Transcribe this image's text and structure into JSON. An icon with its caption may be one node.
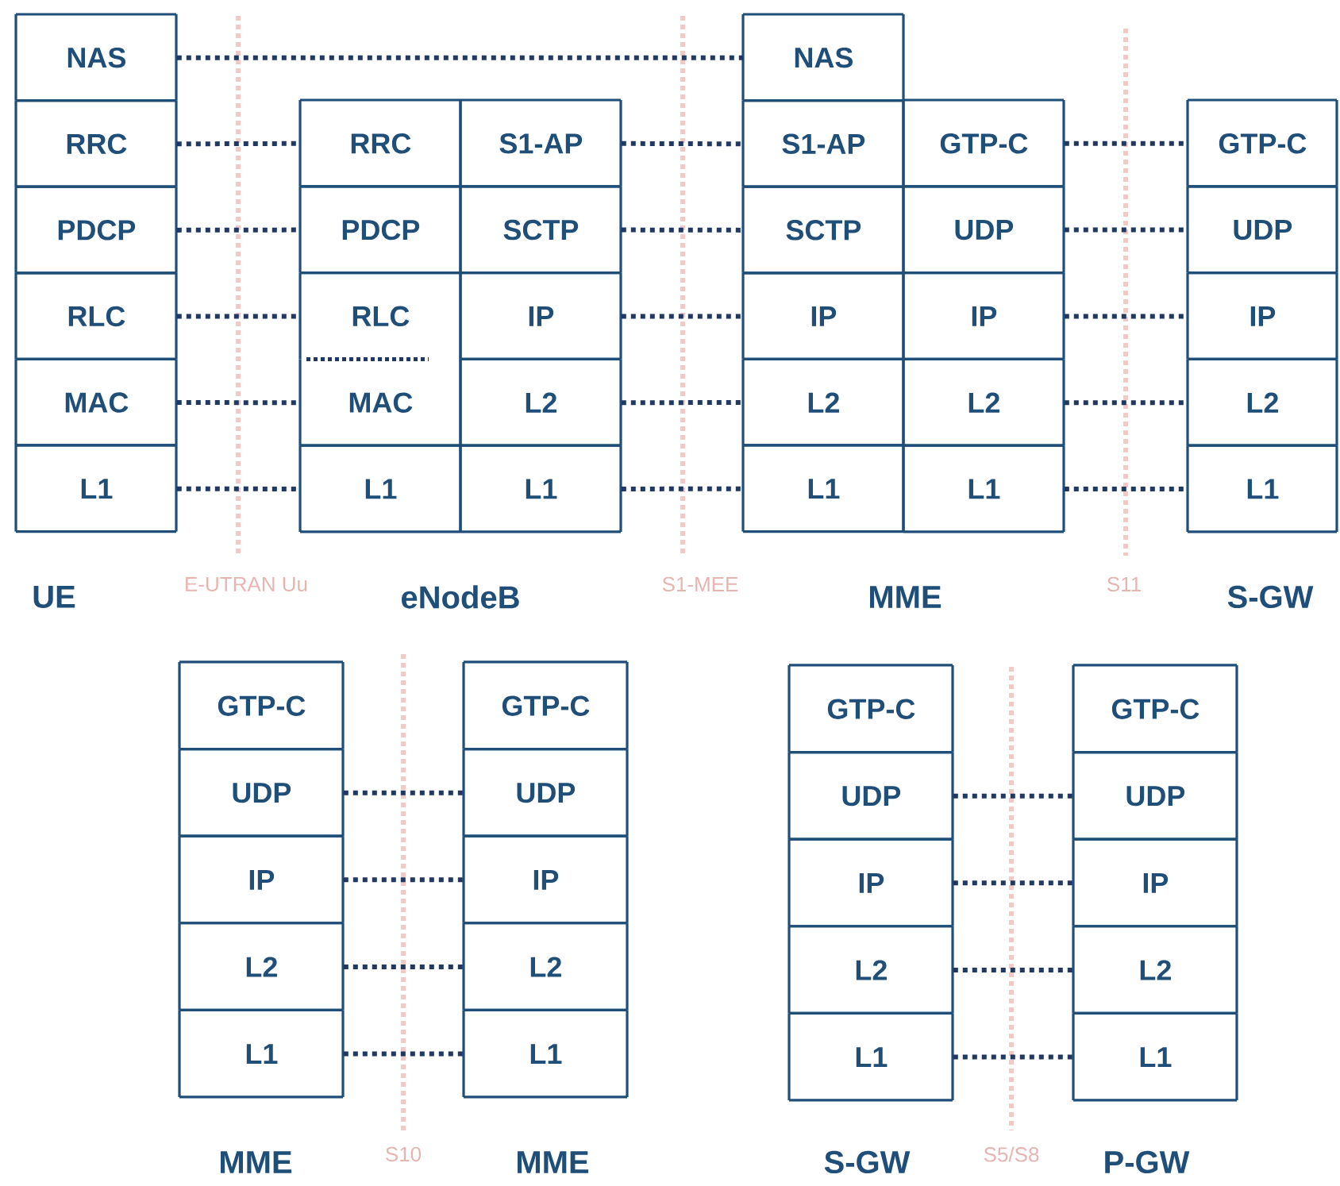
{
  "diagram": {
    "nodes": [
      {
        "text": [
          "NAS"
        ]
      },
      {
        "text": [
          "RRC"
        ]
      },
      {
        "text": [
          "PDCP"
        ]
      },
      {
        "text": [
          "RLC"
        ]
      },
      {
        "text": [
          "MAC"
        ]
      },
      {
        "text": [
          "L1"
        ]
      },
      {
        "text": [
          "RRC"
        ]
      },
      {
        "text": [
          "PDCP"
        ]
      },
      {
        "text": [
          "RLC"
        ]
      },
      {
        "text": [
          "MAC"
        ]
      },
      {
        "text": [
          "L1"
        ]
      },
      {
        "text": [
          "S1-AP"
        ]
      },
      {
        "text": [
          "SCTP"
        ]
      },
      {
        "text": [
          "IP"
        ]
      },
      {
        "text": [
          "L2"
        ]
      },
      {
        "text": [
          "L1"
        ]
      },
      {
        "text": [
          "NAS"
        ]
      },
      {
        "text": [
          "S1-AP"
        ]
      },
      {
        "text": [
          "SCTP"
        ]
      },
      {
        "text": [
          "IP"
        ]
      },
      {
        "text": [
          "L2"
        ]
      },
      {
        "text": [
          "L1"
        ]
      },
      {
        "text": [
          "GTP-C"
        ]
      },
      {
        "text": [
          "UDP"
        ]
      },
      {
        "text": [
          "IP"
        ]
      },
      {
        "text": [
          "L2"
        ]
      },
      {
        "text": [
          "L1"
        ]
      },
      {
        "text": [
          "GTP-C"
        ]
      },
      {
        "text": [
          "UDP"
        ]
      },
      {
        "text": [
          "IP"
        ]
      },
      {
        "text": [
          "L2"
        ]
      },
      {
        "text": [
          "L1"
        ]
      },
      {
        "text": [
          "GTP-C"
        ]
      },
      {
        "text": [
          "UDP"
        ]
      },
      {
        "text": [
          "IP"
        ]
      },
      {
        "text": [
          "L2"
        ]
      },
      {
        "text": [
          "L1"
        ]
      },
      {
        "text": [
          "GTP-C"
        ]
      },
      {
        "text": [
          "UDP"
        ]
      },
      {
        "text": [
          "IP"
        ]
      },
      {
        "text": [
          "L2"
        ]
      },
      {
        "text": [
          "L1"
        ]
      },
      {
        "text": [
          "GTP-C"
        ]
      },
      {
        "text": [
          "UDP"
        ]
      },
      {
        "text": [
          "IP"
        ]
      },
      {
        "text": [
          "L2"
        ]
      },
      {
        "text": [
          "L1"
        ]
      },
      {
        "text": [
          "GTP-C"
        ]
      },
      {
        "text": [
          "UDP"
        ]
      },
      {
        "text": [
          "IP"
        ]
      },
      {
        "text": [
          "L2"
        ]
      },
      {
        "text": [
          "L1"
        ]
      }
    ],
    "edges": [
      {
        "from": 0,
        "to": 16,
        "arrow": "none"
      },
      {
        "from": 1,
        "to": 6,
        "arrow": "none"
      },
      {
        "from": 2,
        "to": 7,
        "arrow": "none"
      },
      {
        "from": 3,
        "to": 8,
        "arrow": "none"
      },
      {
        "from": 4,
        "to": 9,
        "arrow": "none"
      },
      {
        "from": 5,
        "to": 10,
        "arrow": "none"
      },
      {
        "from": 11,
        "to": 17,
        "arrow": "none"
      },
      {
        "from": 12,
        "to": 18,
        "arrow": "none"
      },
      {
        "from": 13,
        "to": 19,
        "arrow": "none"
      },
      {
        "from": 14,
        "to": 20,
        "arrow": "none"
      },
      {
        "from": 15,
        "to": 21,
        "arrow": "none"
      },
      {
        "from": 22,
        "to": 27,
        "arrow": "none"
      },
      {
        "from": 23,
        "to": 28,
        "arrow": "none"
      },
      {
        "from": 24,
        "to": 29,
        "arrow": "none"
      },
      {
        "from": 25,
        "to": 30,
        "arrow": "none"
      },
      {
        "from": 26,
        "to": 31,
        "arrow": "none"
      },
      {
        "from": 33,
        "to": 38,
        "arrow": "none"
      },
      {
        "from": 34,
        "to": 39,
        "arrow": "none"
      },
      {
        "from": 35,
        "to": 40,
        "arrow": "none"
      },
      {
        "from": 36,
        "to": 41,
        "arrow": "none"
      },
      {
        "from": 43,
        "to": 48,
        "arrow": "none"
      },
      {
        "from": 44,
        "to": 49,
        "arrow": "none"
      },
      {
        "from": 45,
        "to": 50,
        "arrow": "none"
      },
      {
        "from": 46,
        "to": 51,
        "arrow": "none"
      }
    ],
    "labels": [
      "UE",
      "E-UTRAN Uu",
      "eNodeB",
      "S1-MEE",
      "MME",
      "S11",
      "S-GW",
      "MME",
      "S10",
      "MME",
      "S-GW",
      "S5/S8",
      "P-GW"
    ]
  }
}
